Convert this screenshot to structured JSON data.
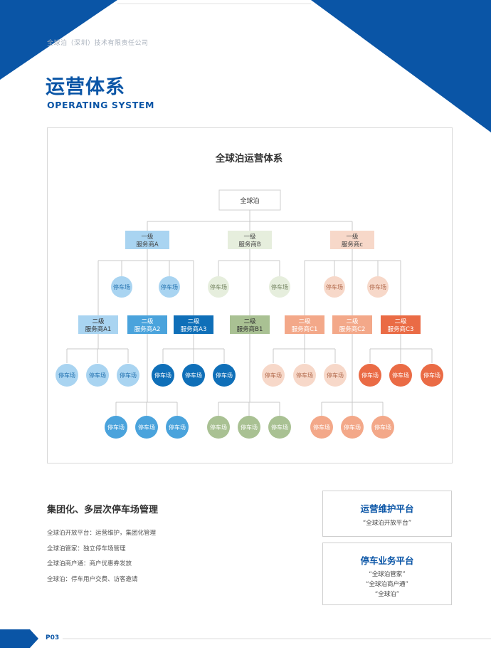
{
  "header": {
    "company": "全球泊（深圳）技术有限责任公司",
    "title": "运营体系",
    "subtitle": "OPERATING SYSTEM"
  },
  "colors": {
    "brand_blue": "#0a55a6",
    "series_a_light": "#a9d4f1",
    "series_a_mid": "#4aa3dc",
    "series_a_dark": "#0f6fb8",
    "series_b_light": "#e6eedd",
    "series_b_mid": "#a9c193",
    "series_c_light": "#f7d8c9",
    "series_c_mid": "#f3a889",
    "series_c_dark": "#ea6b45"
  },
  "diagram": {
    "title": "全球泊运营体系",
    "root": "全球泊",
    "level1": [
      {
        "line1": "一级",
        "line2": "服务商A"
      },
      {
        "line1": "一级",
        "line2": "服务商B"
      },
      {
        "line1": "一级",
        "line2": "服务商c"
      }
    ],
    "level2": [
      {
        "line1": "二级",
        "line2": "服务商A1"
      },
      {
        "line1": "二级",
        "line2": "服务商A2"
      },
      {
        "line1": "二级",
        "line2": "服务商A3"
      },
      {
        "line1": "二级",
        "line2": "服务商B1"
      },
      {
        "line1": "二级",
        "line2": "服务商C1"
      },
      {
        "line1": "二级",
        "line2": "服务商C2"
      },
      {
        "line1": "二级",
        "line2": "服务商C3"
      }
    ],
    "lot_label": "停车场"
  },
  "management": {
    "title": "集团化、多层次停车场管理",
    "items": [
      "全球泊开放平台：运营维护，集团化管理",
      "全球泊管家：独立停车场管理",
      "全球泊商户通：商户优惠券发放",
      "全球泊：停车用户交费、访客邀请"
    ]
  },
  "platforms": [
    {
      "title": "运营维护平台",
      "lines": [
        "“全球泊开放平台”"
      ]
    },
    {
      "title": "停车业务平台",
      "lines": [
        "“全球泊管家”",
        "“全球泊商户通”",
        "“全球泊”"
      ]
    }
  ],
  "footer": {
    "page": "P03"
  }
}
